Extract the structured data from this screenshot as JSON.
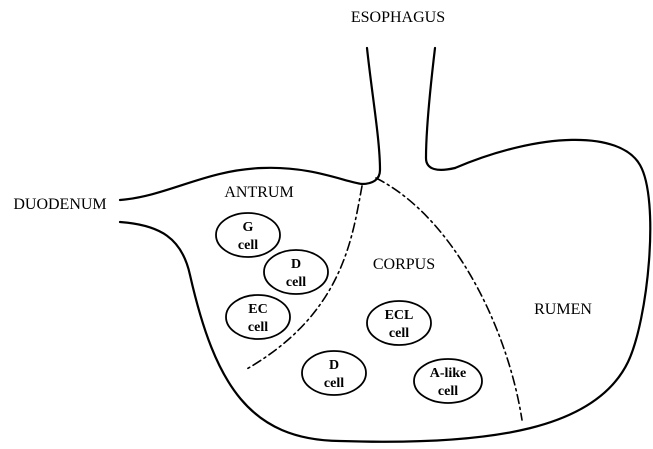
{
  "regions": {
    "esophagus": "ESOPHAGUS",
    "duodenum": "DUODENUM",
    "antrum": "ANTRUM",
    "corpus": "CORPUS",
    "rumen": "RUMEN"
  },
  "cells": [
    {
      "id": "g-cell-antrum",
      "line1": "G",
      "line2": "cell"
    },
    {
      "id": "d-cell-antrum",
      "line1": "D",
      "line2": "cell"
    },
    {
      "id": "ec-cell-antrum",
      "line1": "EC",
      "line2": "cell"
    },
    {
      "id": "ecl-cell-corpus",
      "line1": "ECL",
      "line2": "cell"
    },
    {
      "id": "d-cell-corpus",
      "line1": "D",
      "line2": "cell"
    },
    {
      "id": "a-like-cell-corpus",
      "line1": "A-like",
      "line2": "cell"
    }
  ]
}
